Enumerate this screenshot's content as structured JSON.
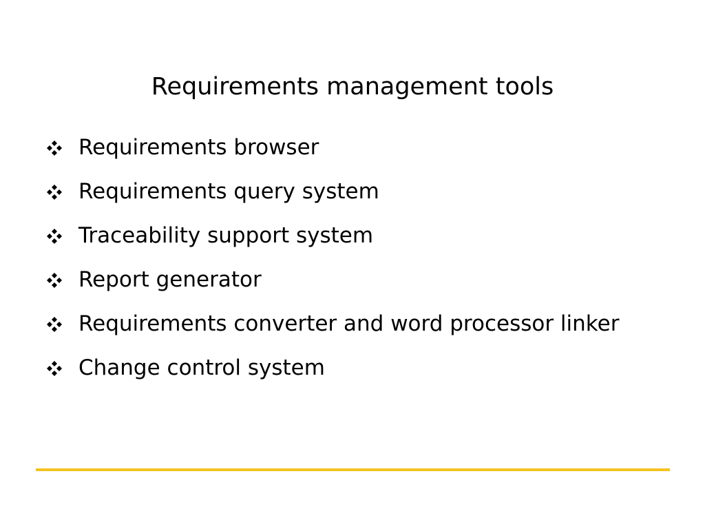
{
  "slide": {
    "title": "Requirements management tools",
    "bullets": [
      "Requirements browser",
      "Requirements query system",
      "Traceability support system",
      "Report generator",
      "Requirements converter and word processor linker",
      "Change control system"
    ],
    "bullet_icon": "four-diamond-icon",
    "accent_color": "#f5c21f"
  }
}
